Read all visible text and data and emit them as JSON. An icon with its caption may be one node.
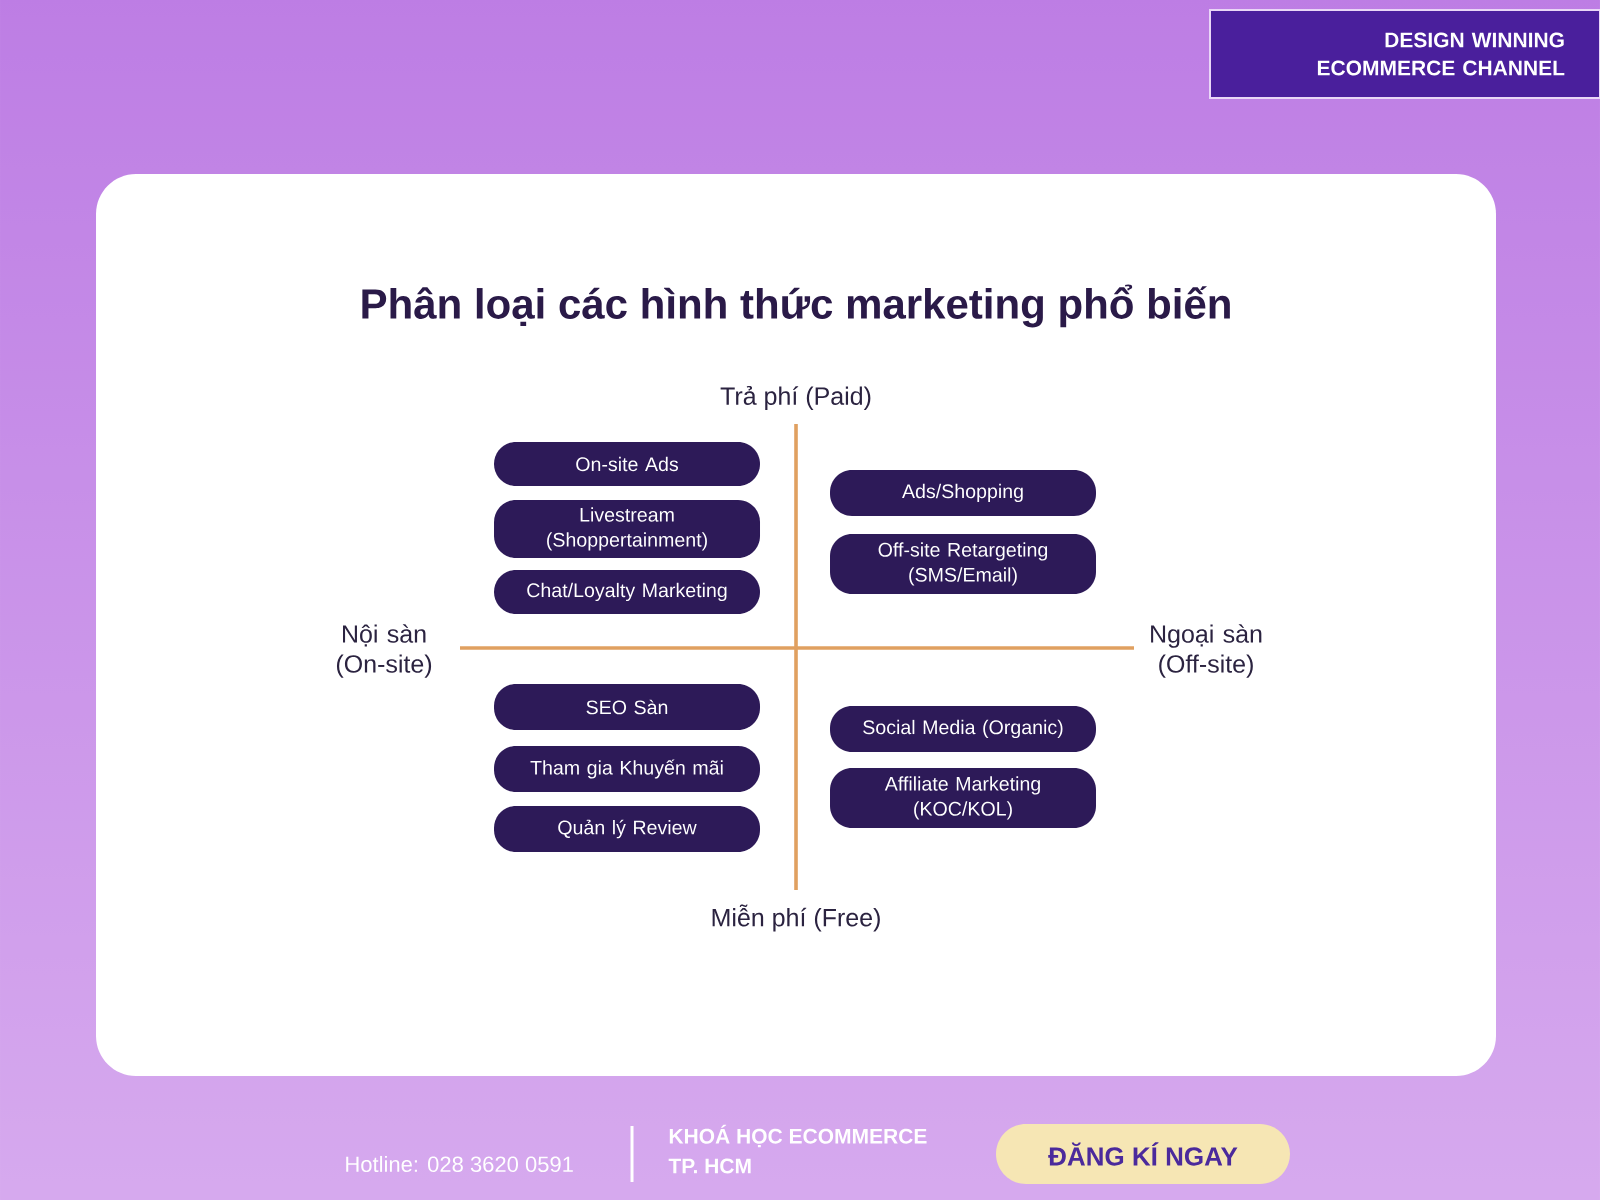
{
  "diagram": {
    "title": "Phân loại các hình thức marketing phổ biến",
    "nodes": [
      {
        "text": [
          "DESIGN WINNING ECOMMERCE CHANNEL"
        ]
      },
      {
        "text": [
          "On-site Ads"
        ]
      },
      {
        "text": [
          "Livestream (Shoppertainment)"
        ]
      },
      {
        "text": [
          "Chat/Loyalty Marketing"
        ]
      },
      {
        "text": [
          "Ads/Shopping"
        ]
      },
      {
        "text": [
          "Off-site Retargeting (SMS/Email)"
        ]
      },
      {
        "text": [
          "SEO Sàn"
        ]
      },
      {
        "text": [
          "Tham gia Khuyến mãi"
        ]
      },
      {
        "text": [
          "Quản lý Review"
        ]
      },
      {
        "text": [
          "Social Media (Organic)"
        ]
      },
      {
        "text": [
          "Affiliate Marketing (KOC/KOL)"
        ]
      },
      {
        "text": [
          "ĐĂNG KÍ NGAY"
        ]
      }
    ],
    "labels": [
      "Trả phí (Paid)",
      "Nội sàn (On-site)",
      "Ngoại sàn (Off-site)",
      "Miễn phí (Free)",
      "Hotline: 028 3620 0591",
      "KHOÁ HỌC ECOMMERCE",
      "TP. HCM"
    ]
  }
}
